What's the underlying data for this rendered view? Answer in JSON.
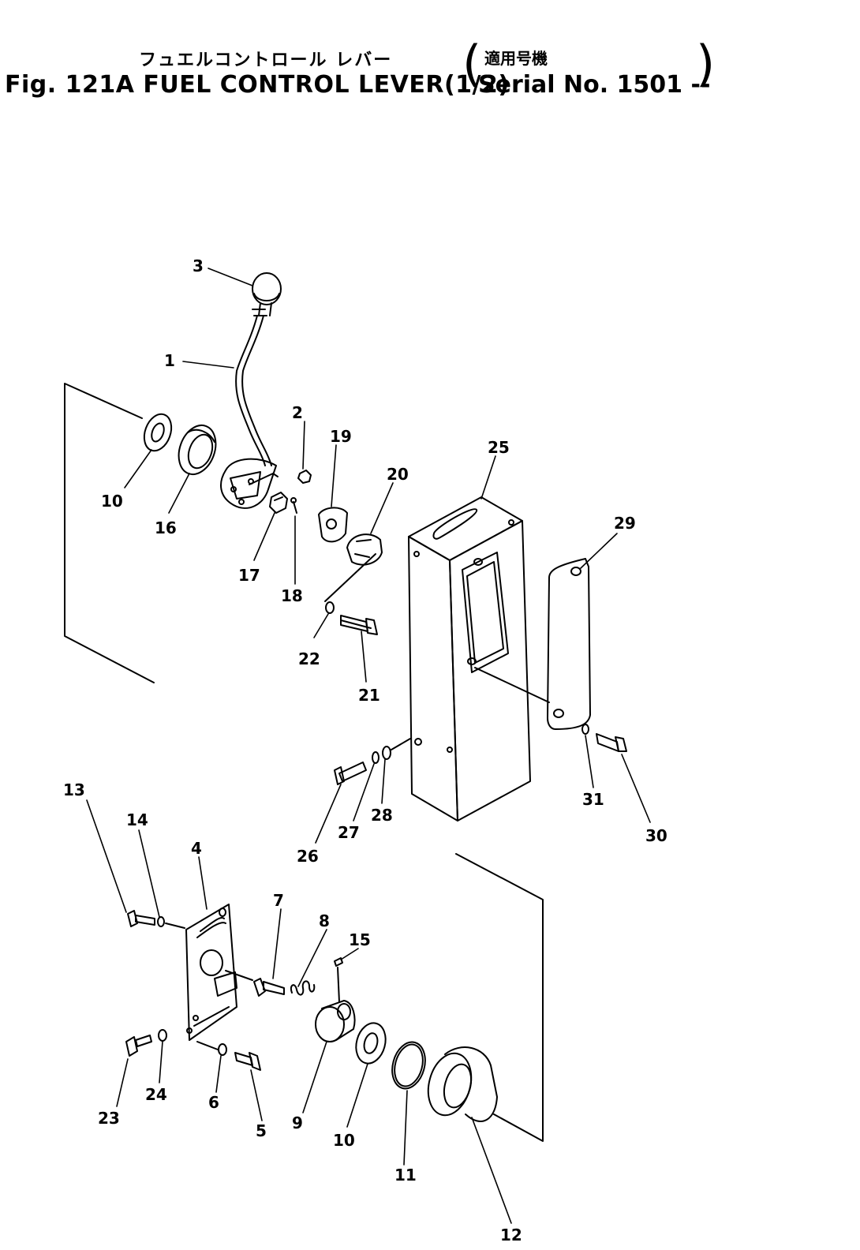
{
  "header": {
    "title_jp": "フュエルコントロール レバー",
    "title": "Fig. 121A FUEL CONTROL LEVER(1/2)",
    "serial_jp": "適用号機",
    "serial": "Serial No. 1501 --"
  },
  "callouts": {
    "c1": "1",
    "c2": "2",
    "c3": "3",
    "c4": "4",
    "c5": "5",
    "c6": "6",
    "c7": "7",
    "c8": "8",
    "c9": "9",
    "c10a": "10",
    "c10b": "10",
    "c11": "11",
    "c12": "12",
    "c13": "13",
    "c14": "14",
    "c15": "15",
    "c16": "16",
    "c17": "17",
    "c18": "18",
    "c19": "19",
    "c20": "20",
    "c21": "21",
    "c22": "22",
    "c23": "23",
    "c24": "24",
    "c25": "25",
    "c26": "26",
    "c27": "27",
    "c28": "28",
    "c29": "29",
    "c30": "30",
    "c31": "31"
  }
}
